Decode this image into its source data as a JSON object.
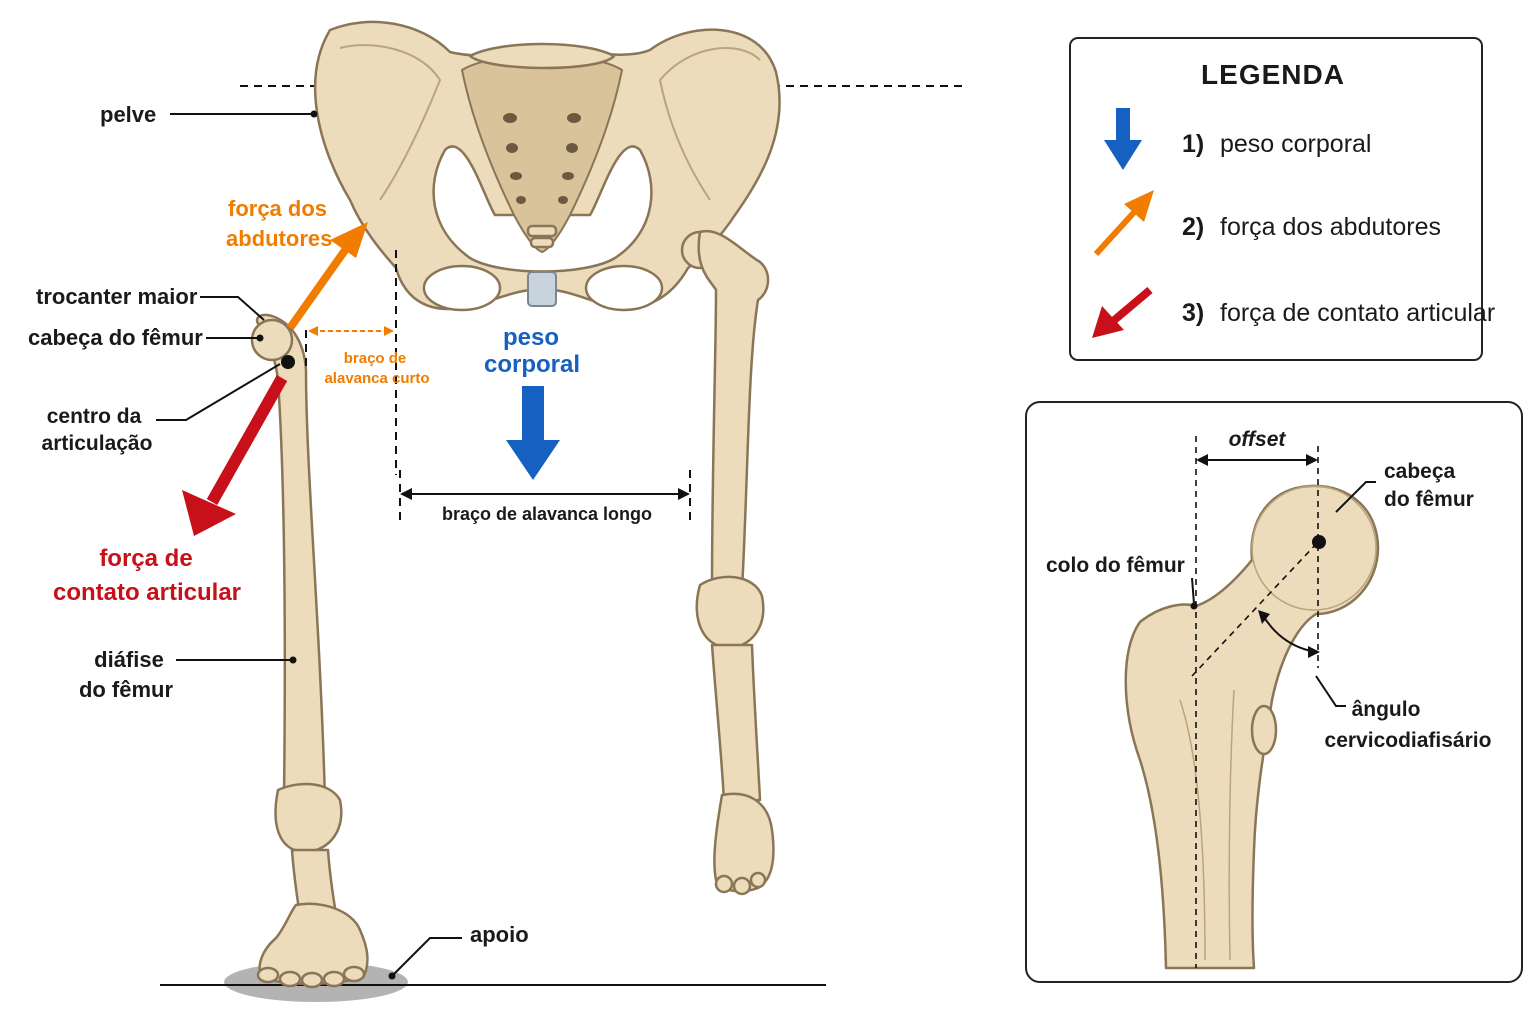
{
  "labels": {
    "pelve": "pelve",
    "forca_dos_abdutores_l1": "força dos",
    "forca_dos_abdutores_l2": "abdutores",
    "trocanter_maior": "trocanter maior",
    "cabeca_do_femur": "cabeça do fêmur",
    "braco_curto_l1": "braço de",
    "braco_curto_l2": "alavanca curto",
    "centro_l1": "centro da",
    "centro_l2": "articulação",
    "peso_l1": "peso",
    "peso_l2": "corporal",
    "braco_longo": "braço de alavanca longo",
    "contato_l1": "força de",
    "contato_l2": "contato articular",
    "diafise_l1": "diáfise",
    "diafise_l2": "do fêmur",
    "apoio": "apoio"
  },
  "legend": {
    "title": "LEGENDA",
    "items": [
      {
        "num": "1)",
        "text": "peso corporal",
        "color": "#1660c2"
      },
      {
        "num": "2)",
        "text": "força dos abdutores",
        "color": "#f07d00"
      },
      {
        "num": "3)",
        "text": "força de contato articular",
        "color": "#c8101a"
      }
    ]
  },
  "detail": {
    "offset": "offset",
    "cabeca_l1": "cabeça",
    "cabeca_l2": "do fêmur",
    "colo": "colo do fêmur",
    "angulo_l1": "ângulo",
    "angulo_l2": "cervicodiafisário"
  },
  "colors": {
    "bone": "#ecdcbc",
    "bone_outline": "#8a7656",
    "weight": "#1660c2",
    "abductor": "#f07d00",
    "contact": "#c8101a"
  }
}
